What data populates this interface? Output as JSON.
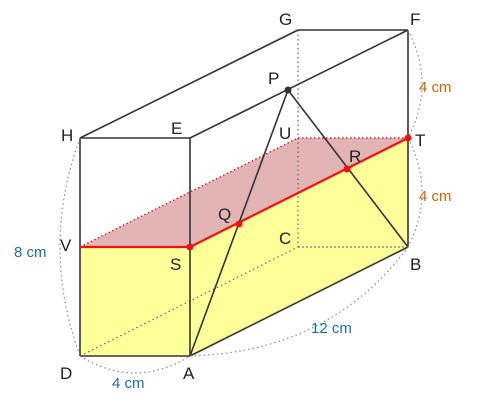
{
  "points": {
    "A": "A",
    "B": "B",
    "C": "C",
    "D": "D",
    "E": "E",
    "F": "F",
    "G": "G",
    "H": "H",
    "P": "P",
    "Q": "Q",
    "R": "R",
    "S": "S",
    "T": "T",
    "U": "U",
    "V": "V"
  },
  "dimensions": {
    "ft": "4 cm",
    "tb": "4 cm",
    "hd": "8 cm",
    "da": "4 cm",
    "ab": "12 cm"
  },
  "colors": {
    "edge": "#333333",
    "hidden_edge": "#666666",
    "section_line": "#ee1111",
    "water": "#ffff99",
    "surface": "#dda7a7",
    "orange_label": "#cc6600",
    "blue_label": "#1a6fa8"
  }
}
